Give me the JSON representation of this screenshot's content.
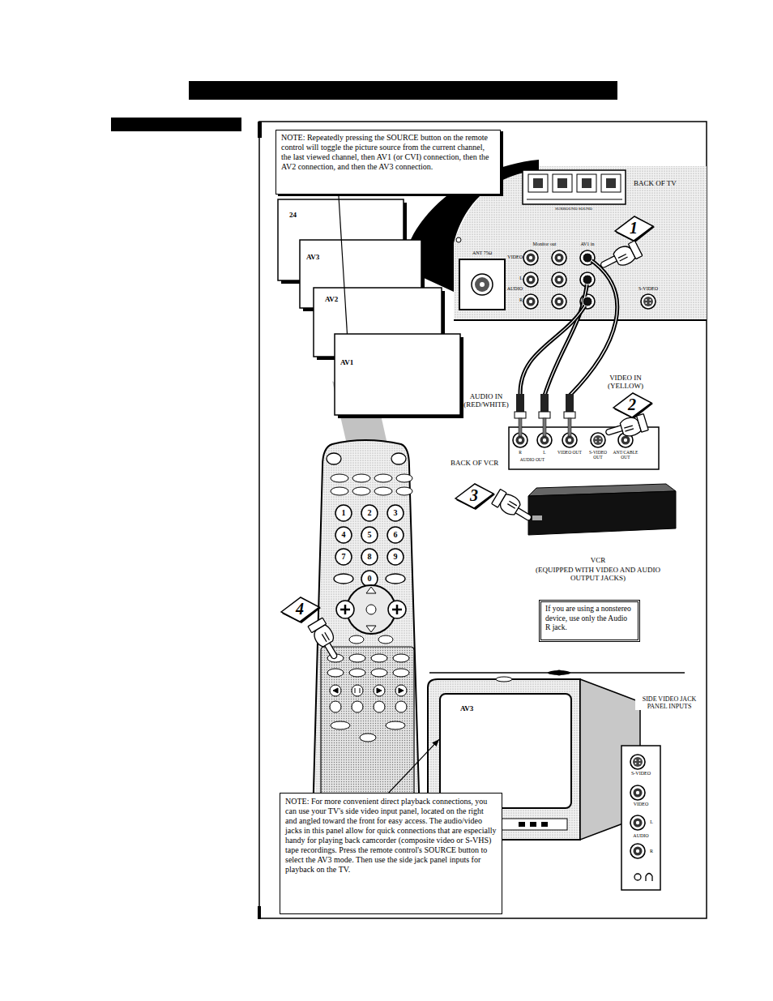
{
  "diagram": {
    "nodes": [
      {
        "text": [
          "NOTE: Repeatedly pressing the SOURCE button on the remote control will toggle the picture source from the current channel, the last viewed channel, then AV1 (or CVI) connection, then the AV2 connection, and then the AV3 connection."
        ]
      },
      {
        "text": [
          "24"
        ]
      },
      {
        "text": [
          "AV3"
        ]
      },
      {
        "text": [
          "AV2"
        ]
      },
      {
        "text": [
          "AV1"
        ]
      },
      {
        "text": [
          "If you are using a nonstereo device, use only the Audio R jack."
        ]
      },
      {
        "text": [
          "AV3"
        ]
      },
      {
        "text": [
          "NOTE: For more convenient direct playback connections, you can use your TV's side video input panel, located on the right and angled toward the front for easy access. The audio/video jacks in this panel allow for quick connections that are especially handy for playing back camcorder (composite video or S-VHS) tape recordings. Press the remote control's SOURCE button to select the AV3 mode. Then use the side jack panel inputs for playback on the TV."
        ]
      }
    ],
    "edges": [
      {
        "from": 0,
        "to": 4,
        "arrow": "none"
      },
      {
        "from": 7,
        "to": 6,
        "arrow": "to"
      }
    ],
    "labels": [
      "BACK OF TV",
      "1",
      "SURROUND SOUND",
      "ANT 75Ω",
      "Monitor out",
      "AV1 in",
      "VIDEO",
      "L",
      "AUDIO",
      "R",
      "S-VIDEO",
      "VIDEO IN (YELLOW)",
      "AUDIO IN (RED/WHITE)",
      "2",
      "BACK OF VCR",
      "R",
      "L",
      "AUDIO OUT",
      "VIDEO OUT",
      "S-VIDEO OUT",
      "ANT/CABLE OUT",
      "3",
      "VCR",
      "(EQUIPPED WITH VIDEO AND AUDIO OUTPUT JACKS)",
      "1",
      "2",
      "3",
      "4",
      "5",
      "6",
      "7",
      "8",
      "9",
      "0",
      "4",
      "SIDE VIDEO JACK PANEL INPUTS",
      "S-VIDEO",
      "VIDEO",
      "L",
      "AUDIO",
      "R"
    ]
  }
}
